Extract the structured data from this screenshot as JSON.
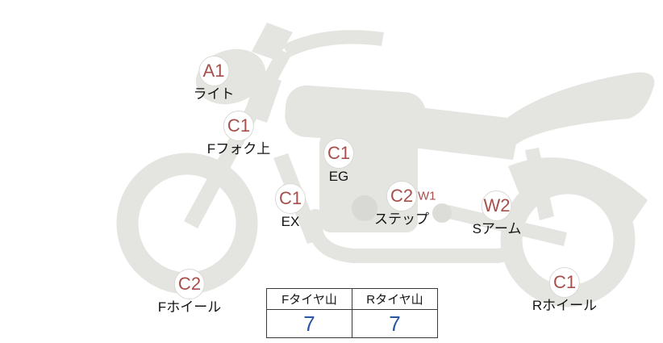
{
  "diagram": {
    "title": "motorcycle-condition-diagram",
    "markers": [
      {
        "code": "A1",
        "label": "ライト"
      },
      {
        "code": "C1",
        "label": "Fフォク上"
      },
      {
        "code": "C1",
        "label": "EG"
      },
      {
        "code": "C1",
        "label": "EX"
      },
      {
        "code": "C2",
        "sub": "W1",
        "label": "ステップ"
      },
      {
        "code": "W2",
        "label": "Sアーム"
      },
      {
        "code": "C2",
        "label": "Fホイール"
      },
      {
        "code": "C1",
        "label": "Rホイール"
      }
    ]
  },
  "tire_table": {
    "headers": [
      "Fタイヤ山",
      "Rタイヤ山"
    ],
    "values": [
      "7",
      "7"
    ]
  },
  "colors": {
    "marker_code": "#a5504b",
    "silhouette": "#e4e4e1",
    "tire_value": "#2b55a3"
  }
}
